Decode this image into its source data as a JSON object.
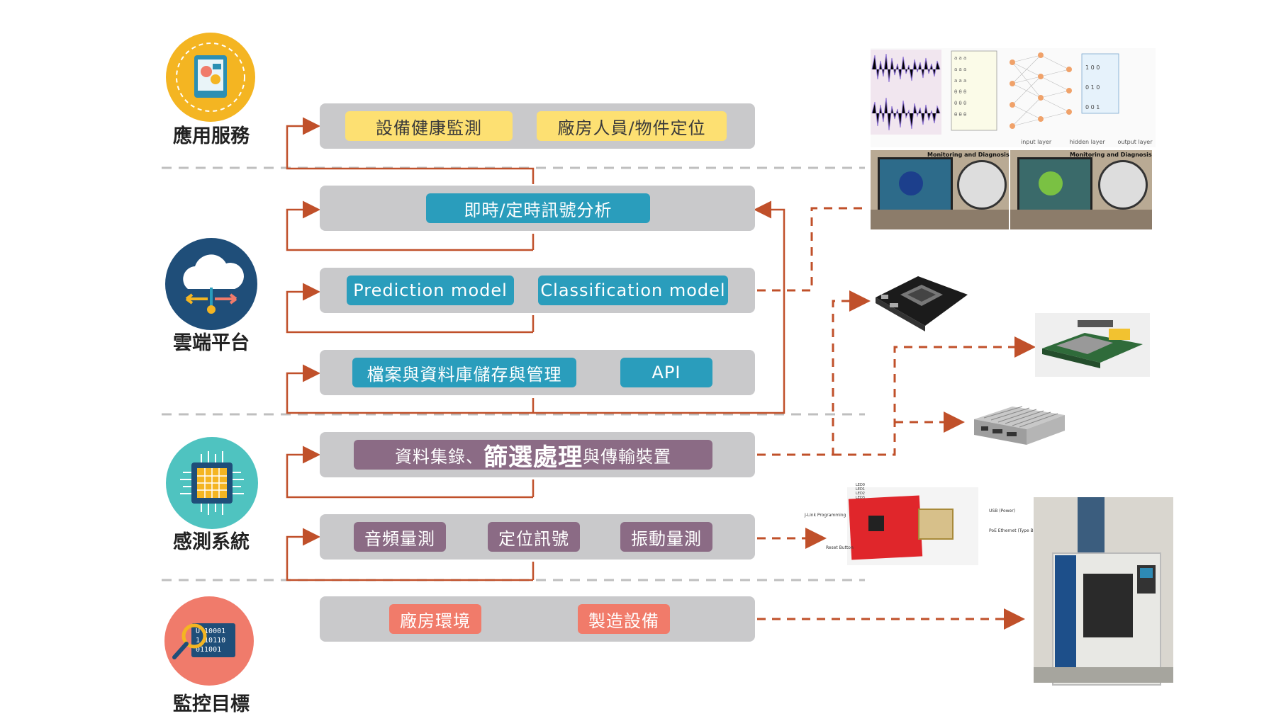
{
  "layers": {
    "app": "應用服務",
    "cloud": "雲端平台",
    "sensing": "感測系統",
    "target": "監控目標"
  },
  "rows": {
    "app": [
      "設備健康監測",
      "廠房人員/物件定位"
    ],
    "signal": [
      "即時/定時訊號分析"
    ],
    "model": [
      "Prediction model",
      "Classification model"
    ],
    "storage": [
      "檔案與資料庫儲存與管理",
      "API"
    ],
    "gateway": {
      "pre": "資料集錄、",
      "bold": "篩選處理",
      "post": "與傳輸裝置"
    },
    "sensors": [
      "音頻量測",
      "定位訊號",
      "振動量測"
    ],
    "targets": [
      "廠房環境",
      "製造設備"
    ]
  },
  "photos": {
    "monitor_caption": "Monitoring and Diagnosis",
    "nn_labels": [
      "input layer",
      "hidden layer",
      "output layer"
    ],
    "board_labels": [
      "J-Link Programming",
      "Reset Button",
      "USB (Power)",
      "PoE Ethernet (Type B)",
      "LED0",
      "LED1",
      "LED2",
      "LED3"
    ]
  },
  "colors": {
    "arrow": "#c0502a",
    "dash_gray": "#bfbfbf",
    "bar": "#c9c9cb",
    "yellow": "#fde072",
    "teal": "#2a9dbc",
    "purple": "#8b6b85",
    "salmon": "#f17b6a"
  }
}
